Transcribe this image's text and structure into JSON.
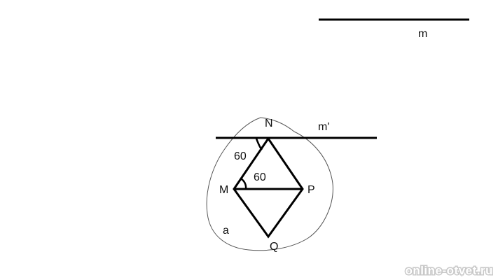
{
  "diagram": {
    "labels": {
      "line_m": "m",
      "line_m_prime": "m'",
      "point_n": "N",
      "point_m": "M",
      "point_p": "P",
      "point_q": "Q",
      "plane_a": "a",
      "angle_top": "60",
      "angle_mid": "60"
    },
    "colors": {
      "stroke": "#000000",
      "outline": "#555555"
    }
  },
  "watermark": {
    "text": "online-otvet.ru"
  }
}
